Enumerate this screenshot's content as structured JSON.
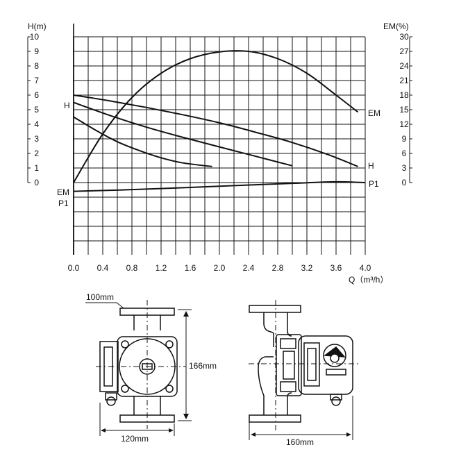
{
  "chart_data": {
    "type": "line",
    "left_axis_label": "H(m)",
    "right_axis_label": "EM(%)",
    "x_axis_label": "Q（m³/h）",
    "x_ticks": [
      "0.0",
      "0.4",
      "0.8",
      "1.2",
      "1.6",
      "2.0",
      "2.4",
      "2.8",
      "3.2",
      "3.6",
      "4.0"
    ],
    "h_ticks": [
      "10",
      "9",
      "8",
      "7",
      "6",
      "5",
      "4",
      "3",
      "2",
      "1",
      "0"
    ],
    "em_ticks": [
      "30",
      "27",
      "24",
      "21",
      "18",
      "15",
      "12",
      "9",
      "6",
      "3",
      "0"
    ],
    "xlim": [
      0,
      4.0
    ],
    "h_lim": [
      0,
      10
    ],
    "em_lim": [
      0,
      30
    ],
    "grid": true,
    "curve_labels": {
      "h_left": "H",
      "h_right": "H",
      "em_left": "EM",
      "em_right": "EM",
      "p1_left": "P1",
      "p1_right": "P1"
    },
    "series": [
      {
        "name": "H",
        "axis": "H",
        "x": [
          0.0,
          0.5,
          1.0,
          1.5,
          2.0,
          2.5,
          3.0,
          3.5,
          3.9
        ],
        "y": [
          6.0,
          5.6,
          5.15,
          4.65,
          4.1,
          3.45,
          2.75,
          1.9,
          1.1
        ]
      },
      {
        "name": "H",
        "axis": "H",
        "x": [
          0.0,
          0.5,
          1.0,
          1.5,
          2.0,
          2.5,
          3.0
        ],
        "y": [
          5.5,
          4.6,
          3.8,
          3.1,
          2.45,
          1.8,
          1.15
        ]
      },
      {
        "name": "H",
        "axis": "H",
        "x": [
          0.0,
          0.3,
          0.6,
          0.9,
          1.2,
          1.5,
          1.9
        ],
        "y": [
          4.5,
          3.6,
          2.8,
          2.2,
          1.7,
          1.35,
          1.1
        ]
      },
      {
        "name": "EM",
        "axis": "EM",
        "x": [
          0.0,
          0.4,
          0.8,
          1.2,
          1.6,
          2.0,
          2.4,
          2.8,
          3.2,
          3.6,
          3.9
        ],
        "y": [
          0.0,
          10.0,
          17.5,
          22.5,
          25.5,
          26.9,
          27.0,
          25.5,
          22.5,
          18.0,
          14.5
        ]
      },
      {
        "name": "P1",
        "axis": "H",
        "x": [
          0.0,
          1.0,
          2.0,
          3.0,
          3.6,
          4.0
        ],
        "y": [
          -0.6,
          -0.45,
          -0.25,
          -0.05,
          0.05,
          0.0
        ]
      }
    ]
  },
  "dimensions": {
    "flange_width": "100mm",
    "height": "166mm",
    "front_width": "120mm",
    "side_width": "160mm"
  }
}
